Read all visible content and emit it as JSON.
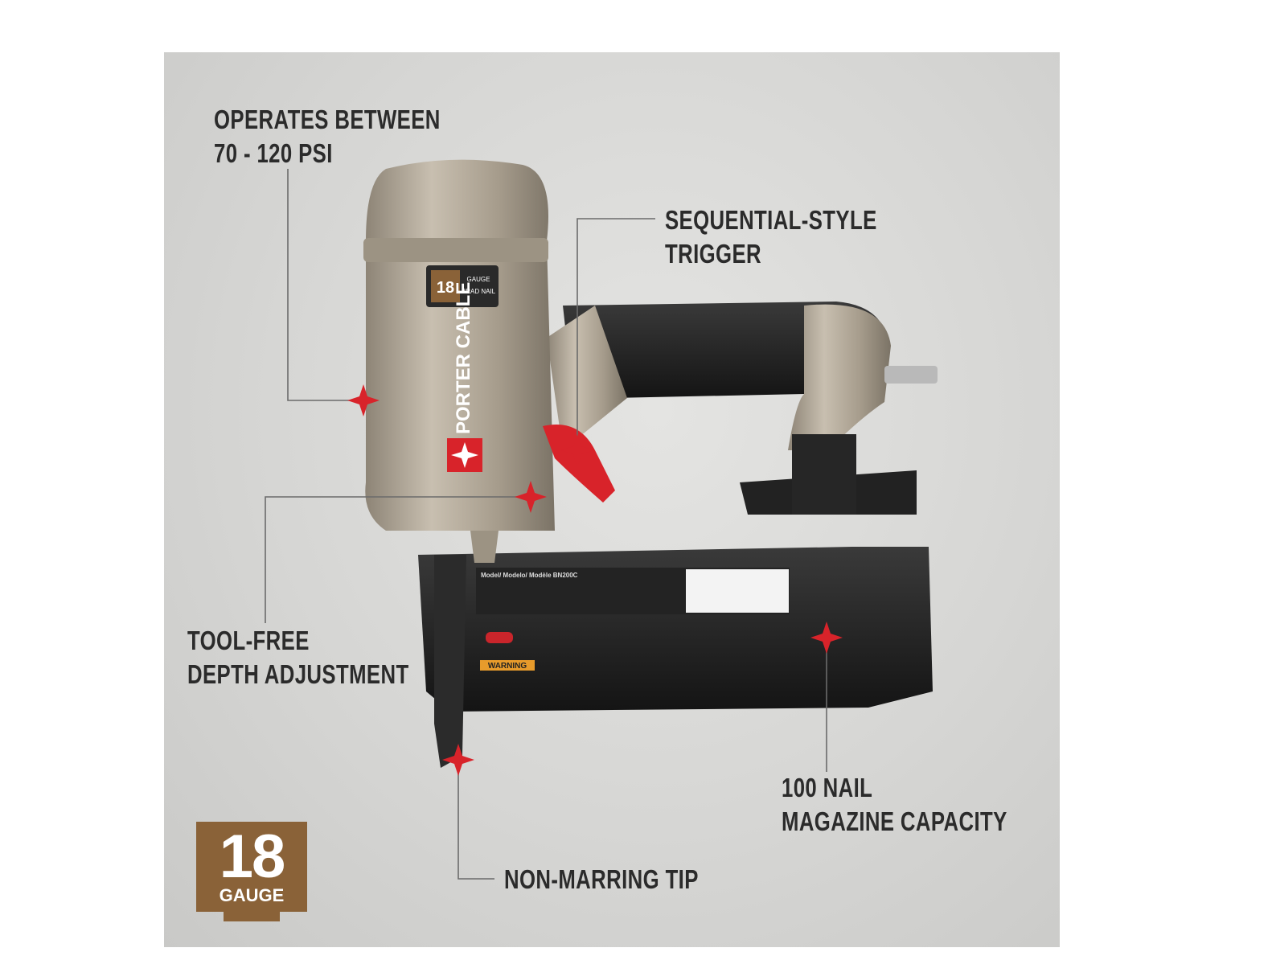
{
  "product": {
    "brand_logo": "PORTER CABLE",
    "head_badge": {
      "number": "18",
      "unit": "GAUGE",
      "type": "BRAD NAIL"
    },
    "model_label": "Model/ Modelo/ Modèle BN200C",
    "warning_label": "WARNING"
  },
  "callouts": {
    "pressure": {
      "line1": "OPERATES BETWEEN",
      "line2": "70 - 120 PSI"
    },
    "trigger": {
      "line1": "SEQUENTIAL-STYLE",
      "line2": "TRIGGER"
    },
    "depth": {
      "line1": "TOOL-FREE",
      "line2": "DEPTH ADJUSTMENT"
    },
    "magazine": {
      "line1": "100 NAIL",
      "line2": "MAGAZINE CAPACITY"
    },
    "tip": {
      "line1": "NON-MARRING TIP"
    }
  },
  "gauge_badge": {
    "number": "18",
    "unit": "GAUGE"
  },
  "colors": {
    "accent_red": "#d8232a",
    "badge_brown": "#8a6238",
    "tool_body": "#a89e8e",
    "tool_black": "#1e1e1e"
  }
}
